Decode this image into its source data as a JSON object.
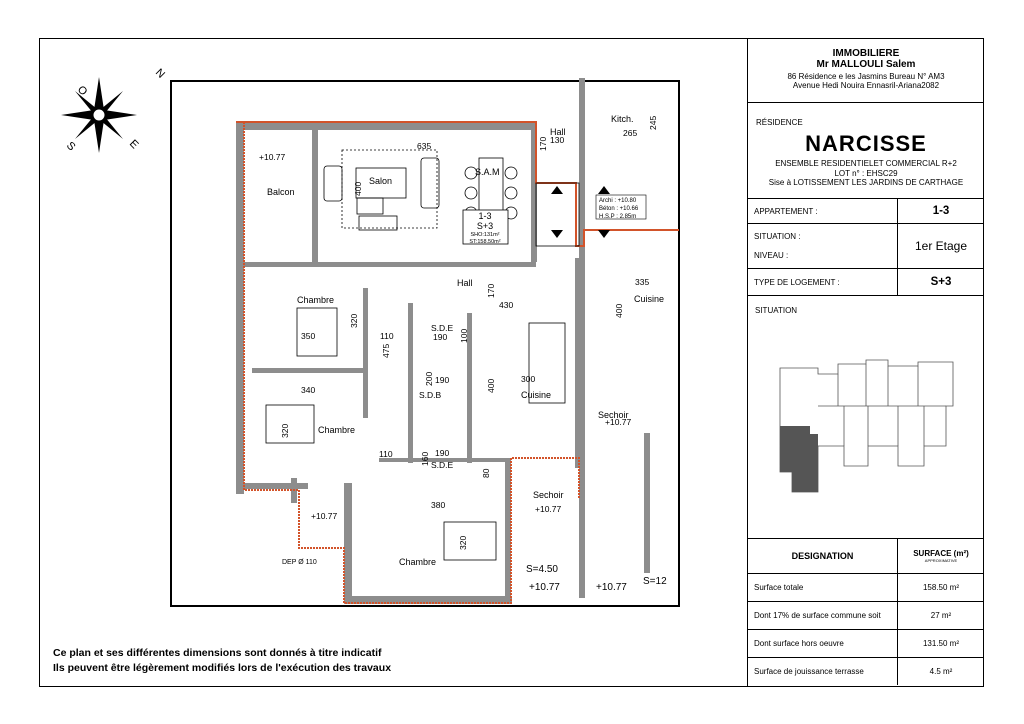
{
  "company": {
    "name": "IMMOBILIERE",
    "owner": "Mr MALLOULI Salem",
    "address1": "86  Résidence e les Jasmins Bureau N° AM3",
    "address2": "Avenue Hedi Nouira Ennasril-Ariana2082"
  },
  "residence": {
    "label": "RÉSIDENCE",
    "name": "NARCISSE",
    "desc": "ENSEMBLE RESIDENTIELET COMMERCIAL  R+2",
    "lot": "LOT n° : EHSC29",
    "site": "Sise à  LOTISSEMENT  LES JARDINS DE CARTHAGE"
  },
  "apartment": {
    "label": "APPARTEMENT :",
    "value": "1-3"
  },
  "situation": {
    "label1": "SITUATION :",
    "label2": "NIVEAU :",
    "value": "1er Etage"
  },
  "type": {
    "label": "TYPE DE LOGEMENT :",
    "value": "S+3"
  },
  "situation_map_label": "SITUATION",
  "surface_table": {
    "header_designation": "DESIGNATION",
    "header_surface": "SURFACE (m²)",
    "header_sub": "APPROXIMATIVE",
    "rows": [
      {
        "label": "Surface totale",
        "value": "158.50 m²"
      },
      {
        "label": "Dont 17% de surface commune soit",
        "value": "27 m²"
      },
      {
        "label": "Dont surface hors oeuvre",
        "value": "131.50 m²"
      },
      {
        "label": "Surface de jouissance terrasse",
        "value": "4.5 m²"
      }
    ]
  },
  "disclaimer": {
    "line1": "Ce plan et ses différentes dimensions sont donnés à titre indicatif",
    "line2": "Ils peuvent être légèrement modifiés lors de l'exécution des travaux"
  },
  "compass": {
    "n": "N",
    "e": "E",
    "s": "S",
    "o": "O"
  },
  "plan": {
    "rooms": {
      "balcon": "Balcon",
      "salon": "Salon",
      "sam": "S.A.M",
      "hall_top": "Hall",
      "hall": "Hall",
      "kitch": "Kitch.",
      "chambre1": "Chambre",
      "chambre2": "Chambre",
      "chambre3": "Chambre",
      "sde1": "S.D.E",
      "sdb": "S.D.B",
      "sde2": "S.D.E",
      "cuisine": "Cuisine",
      "cuisine_right": "Cuisine",
      "sechoir1": "Sechoir",
      "sechoir2": "Sechoir"
    },
    "apt_badge": {
      "id": "1-3",
      "type": "S+3",
      "sho": "SHO:131m²",
      "st": "ST:158.50m²"
    },
    "level_box": {
      "archi": "Archi : +10.80",
      "beton": "Béton : +10.66",
      "hsp": "H.S.P : 2.85m"
    },
    "dims": {
      "d635": "635",
      "d400": "400",
      "d170a": "170",
      "d130": "130",
      "d265": "265",
      "d245": "245",
      "d170b": "170",
      "d430": "430",
      "d335": "335",
      "d400b": "400",
      "d350": "350",
      "d320a": "320",
      "d110a": "110",
      "d475": "475",
      "d190a": "190",
      "d100": "100",
      "d340": "340",
      "d320b": "320",
      "d200": "200",
      "d190b": "190",
      "d400c": "400",
      "d300": "300",
      "d110b": "110",
      "d160": "160",
      "d190c": "190",
      "d80": "80",
      "d380": "380",
      "d320c": "320"
    },
    "levels": {
      "l1": "+10.77",
      "l2": "+10.77",
      "l3": "+10.77",
      "l4": "+10.77",
      "l5": "+10.77",
      "l6": "+10.77",
      "s1": "S=4.50",
      "s2": "S=12"
    },
    "dep": "DEP Ø 110"
  }
}
